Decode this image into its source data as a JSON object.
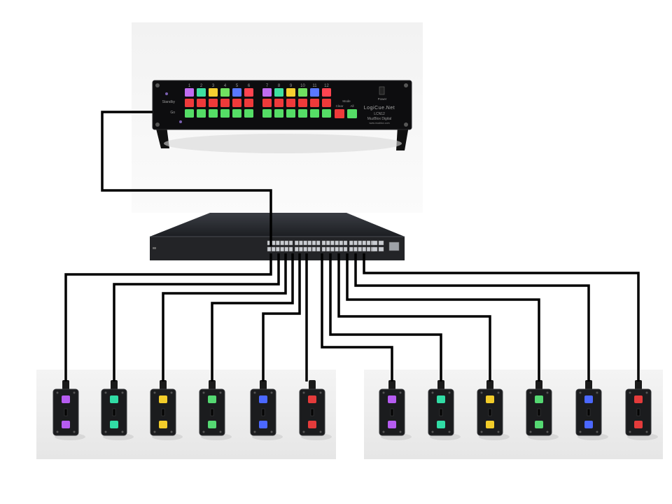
{
  "controller": {
    "brand": "LogiCue.Net",
    "model": "LCN12",
    "maker": "MuzBlox Digital",
    "tagline": "www.muzblox.com",
    "standby_label": "Standby",
    "go_label": "Go",
    "mode_label": "Mode",
    "clear_label": "Clear",
    "all_label": "All",
    "power_label": "Power",
    "channels": [
      "1",
      "2",
      "3",
      "4",
      "5",
      "6",
      "7",
      "8",
      "9",
      "10",
      "11",
      "12"
    ],
    "channel_colors": [
      "#c06cf0",
      "#3fe0a0",
      "#f6cf30",
      "#70e060",
      "#5a78ff",
      "#ff4450",
      "#c06cf0",
      "#3fe0a0",
      "#f6cf30",
      "#70e060",
      "#5a78ff",
      "#ff4450"
    ],
    "standby_color": "#ee3a3a",
    "go_color": "#55dd66"
  },
  "switch": {
    "port_count": 24,
    "uplink_count": 4
  },
  "cue_lights": {
    "colors": [
      "#b65cf0",
      "#31dca5",
      "#f2cc2a",
      "#55d872",
      "#4b68ff",
      "#e43b3b",
      "#b65cf0",
      "#31dca5",
      "#f2cc2a",
      "#55d872",
      "#4b68ff",
      "#e43b3b"
    ]
  },
  "cable_color": "#000000"
}
